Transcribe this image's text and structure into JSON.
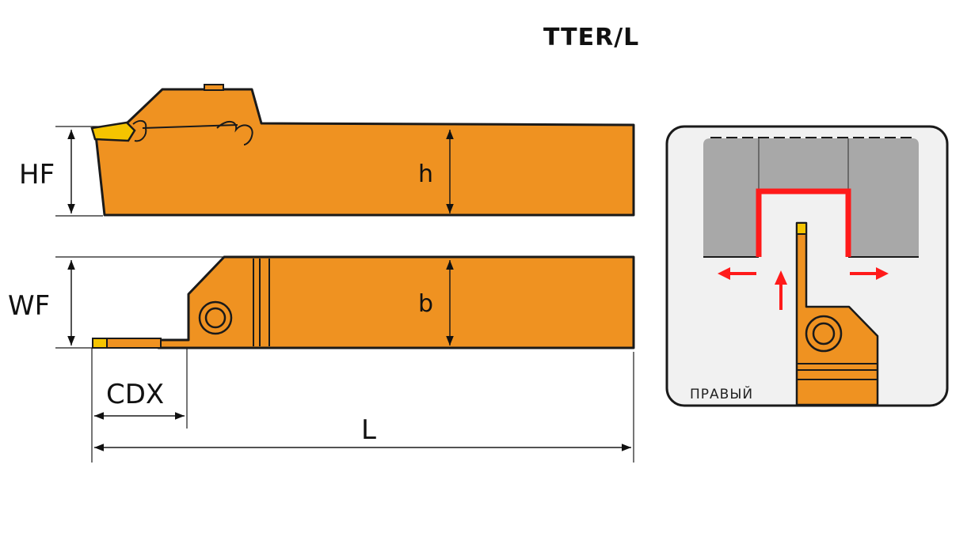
{
  "title": "TTER/L",
  "dimensions": {
    "hf": "HF",
    "h": "h",
    "wf": "WF",
    "b": "b",
    "cdx": "CDX",
    "l": "L"
  },
  "inset": {
    "caption": "ПРАВЫЙ"
  },
  "colors": {
    "tool_body": "#ef9221",
    "insert": "#f5c400",
    "outline": "#1a1a1a",
    "path": "#ff1a1a",
    "workpiece": "#a8a8a8"
  }
}
